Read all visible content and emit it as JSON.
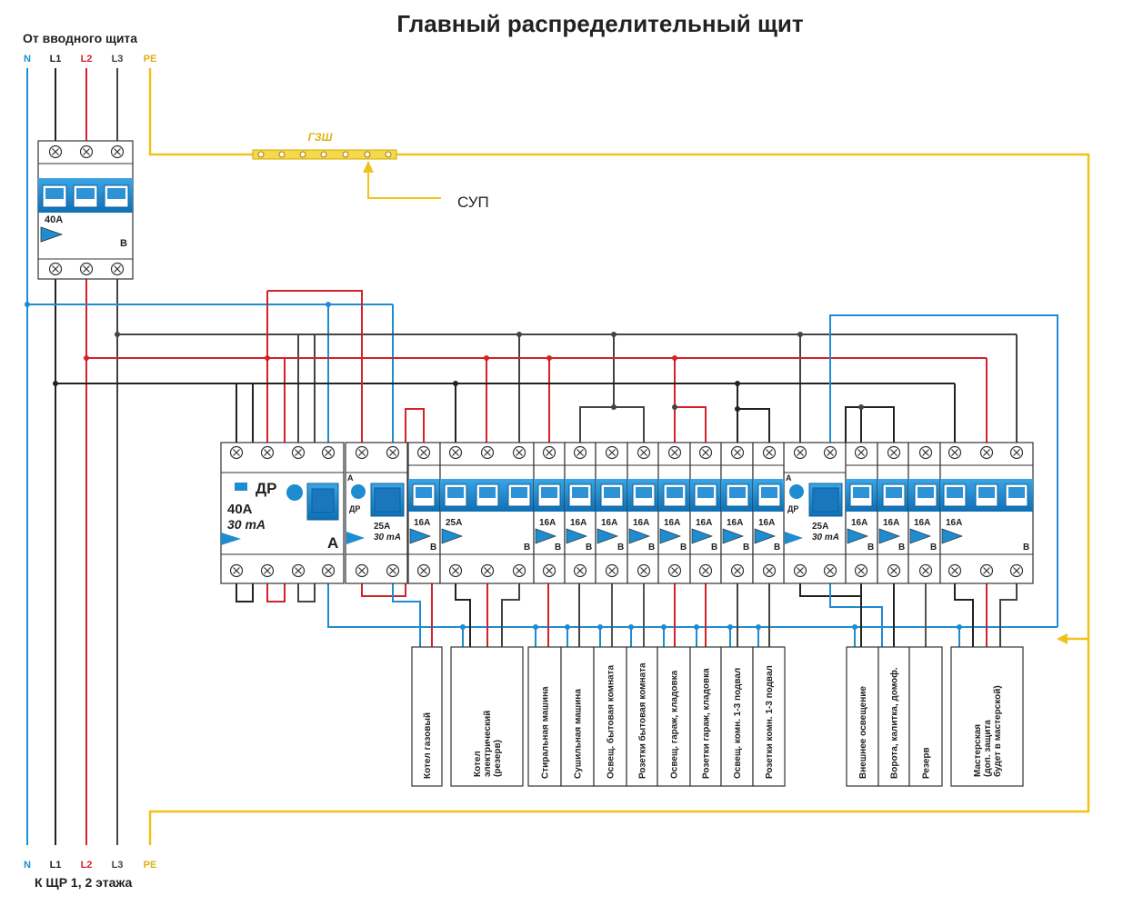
{
  "title": "Главный распределительный щит",
  "input_label": "От вводного щита",
  "output_label": "К ЩР 1, 2 этажа",
  "phases": [
    "N",
    "L1",
    "L2",
    "L3",
    "PE"
  ],
  "gzsh_label": "ГЗШ",
  "sup_label": "СУП",
  "colors": {
    "n": "#1a8fd6",
    "l1": "#222222",
    "l2": "#d3222a",
    "l3": "#444444",
    "pe": "#f2c21a",
    "blue": "#1e8cd0"
  },
  "main_breaker": {
    "rating": "40А",
    "curve": "B"
  },
  "rcd_main": {
    "type": "ДР",
    "rating": "40А",
    "leak": "30 mA",
    "class": "A"
  },
  "rcd_small_1": {
    "class": "A",
    "type": "ДР",
    "rating": "25А",
    "leak": "30 mA"
  },
  "rcd_small_2": {
    "class": "A",
    "type": "ДР",
    "rating": "25А",
    "leak": "30 mA"
  },
  "breakers": [
    {
      "rating": "16А",
      "curve": "B"
    },
    {
      "rating": "25А",
      "curve": "B"
    },
    {
      "rating": "16А",
      "curve": "B"
    },
    {
      "rating": "16А",
      "curve": "B"
    },
    {
      "rating": "16А",
      "curve": "B"
    },
    {
      "rating": "16А",
      "curve": "B"
    },
    {
      "rating": "16А",
      "curve": "B"
    },
    {
      "rating": "16А",
      "curve": "B"
    },
    {
      "rating": "16А",
      "curve": "B"
    },
    {
      "rating": "16А",
      "curve": "B"
    },
    {
      "rating": "16А",
      "curve": "B"
    },
    {
      "rating": "16А",
      "curve": "B"
    },
    {
      "rating": "16А",
      "curve": "B"
    },
    {
      "rating": "16А",
      "curve": "B"
    }
  ],
  "loads": [
    [
      "Котел газовый"
    ],
    [
      "Котел",
      "электрический",
      "(резерв)"
    ],
    [
      "Стиральная машина"
    ],
    [
      "Сушильная машина"
    ],
    [
      "Освещ. бытовая комната"
    ],
    [
      "Розетки бытовая комната"
    ],
    [
      "Освещ. гараж, кладовка"
    ],
    [
      "Розетки гараж, кладовка"
    ],
    [
      "Освещ. комн. 1-3 подвал"
    ],
    [
      "Розетки комн. 1-3 подвал"
    ],
    [
      "Внешнее освещение"
    ],
    [
      "Ворота, калитка, домоф."
    ],
    [
      "Резерв"
    ],
    [
      "Мастерская",
      "(доп. защита",
      "будет в мастерской)"
    ]
  ]
}
